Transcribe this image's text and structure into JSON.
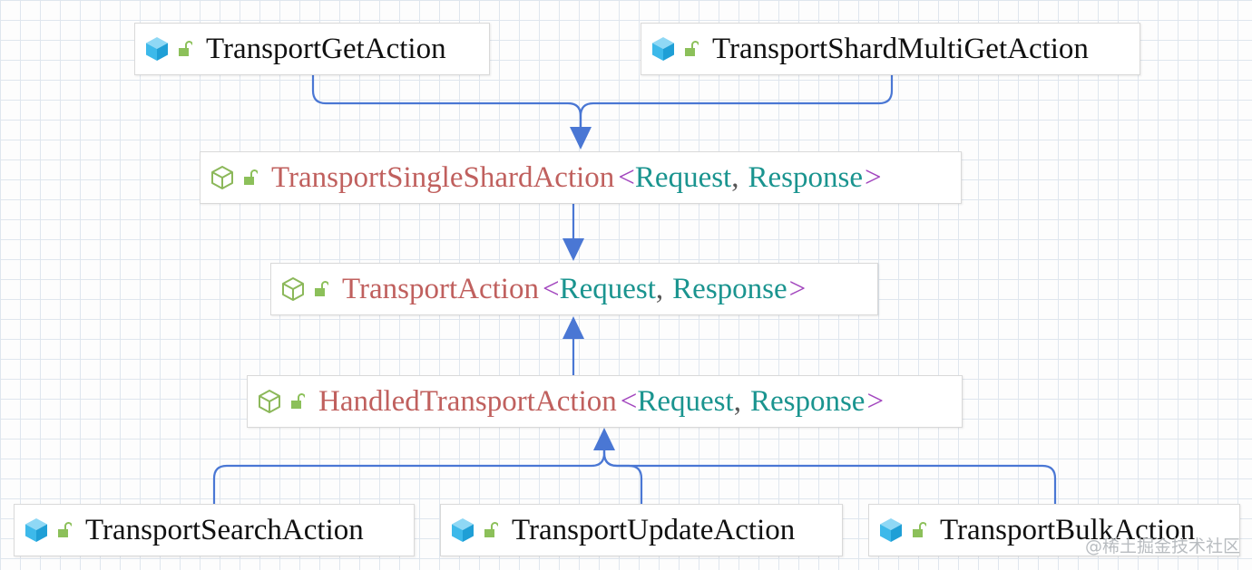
{
  "diagram": {
    "classes": {
      "transport_get_action": {
        "name": "TransportGetAction",
        "kind": "class"
      },
      "transport_shard_multi_get_action": {
        "name": "TransportShardMultiGetAction",
        "kind": "class"
      },
      "transport_single_shard_action": {
        "name": "TransportSingleShardAction",
        "kind": "abstract",
        "type_params": [
          "Request",
          "Response"
        ]
      },
      "transport_action": {
        "name": "TransportAction",
        "kind": "abstract",
        "type_params": [
          "Request",
          "Response"
        ]
      },
      "handled_transport_action": {
        "name": "HandledTransportAction",
        "kind": "abstract",
        "type_params": [
          "Request",
          "Response"
        ]
      },
      "transport_search_action": {
        "name": "TransportSearchAction",
        "kind": "class"
      },
      "transport_update_action": {
        "name": "TransportUpdateAction",
        "kind": "class"
      },
      "transport_bulk_action": {
        "name": "TransportBulkAction",
        "kind": "class"
      }
    },
    "generic_open": "<",
    "generic_close": ">",
    "generic_sep": ",",
    "relations": [
      {
        "from": "TransportGetAction",
        "to": "TransportSingleShardAction",
        "type": "extends"
      },
      {
        "from": "TransportShardMultiGetAction",
        "to": "TransportSingleShardAction",
        "type": "extends"
      },
      {
        "from": "TransportSingleShardAction",
        "to": "TransportAction",
        "type": "extends"
      },
      {
        "from": "HandledTransportAction",
        "to": "TransportAction",
        "type": "extends"
      },
      {
        "from": "TransportSearchAction",
        "to": "HandledTransportAction",
        "type": "extends"
      },
      {
        "from": "TransportUpdateAction",
        "to": "HandledTransportAction",
        "type": "extends"
      },
      {
        "from": "TransportBulkAction",
        "to": "HandledTransportAction",
        "type": "extends"
      }
    ],
    "icons": {
      "class": "class-cube-icon",
      "abstract": "abstract-cube-outline-icon",
      "visibility": "public-open-lock-icon"
    },
    "colors": {
      "class_name": "#111111",
      "abstract_name": "#c0605e",
      "type_param": "#1a948f",
      "angle_bracket": "#a246be",
      "edge": "#4a77d4",
      "class_icon": "#3db9ea",
      "abstract_icon": "#8cb85a",
      "lock_icon": "#8cc05a"
    }
  },
  "watermark": "@稀土掘金技术社区"
}
